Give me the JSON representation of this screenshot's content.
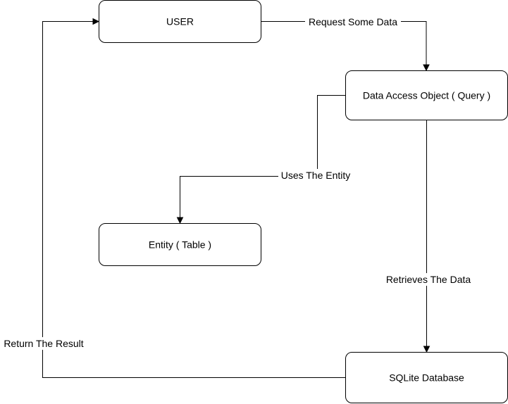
{
  "nodes": {
    "user": {
      "label": "USER"
    },
    "dao": {
      "label": "Data Access Object ( Query )"
    },
    "entity": {
      "label": "Entity ( Table )"
    },
    "sqlite": {
      "label": "SQLite Database"
    }
  },
  "edges": {
    "request": {
      "from": "user",
      "to": "dao",
      "label": "Request Some Data"
    },
    "uses_entity": {
      "from": "dao",
      "to": "entity",
      "label": "Uses The Entity"
    },
    "retrieves": {
      "from": "dao",
      "to": "sqlite",
      "label": "Retrieves The Data"
    },
    "return_result": {
      "from": "sqlite",
      "to": "user",
      "label": "Return The Result"
    }
  }
}
